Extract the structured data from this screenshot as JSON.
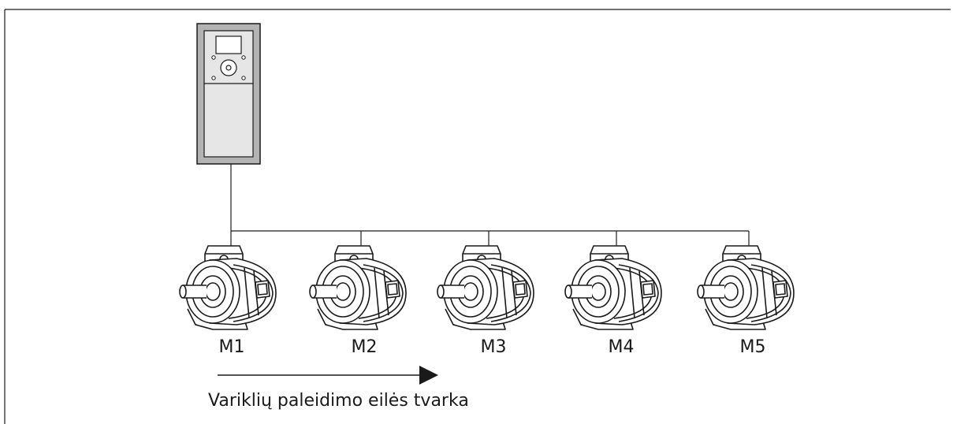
{
  "motors": [
    {
      "label": "M1"
    },
    {
      "label": "M2"
    },
    {
      "label": "M3"
    },
    {
      "label": "M4"
    },
    {
      "label": "M5"
    }
  ],
  "caption": "Variklių paleidimo eilės tvarka",
  "colors": {
    "stroke": "#1a1a1a",
    "drive_body": "#b3b3b3",
    "drive_panel": "#e6e6e6",
    "motor_fill": "#ffffff"
  }
}
